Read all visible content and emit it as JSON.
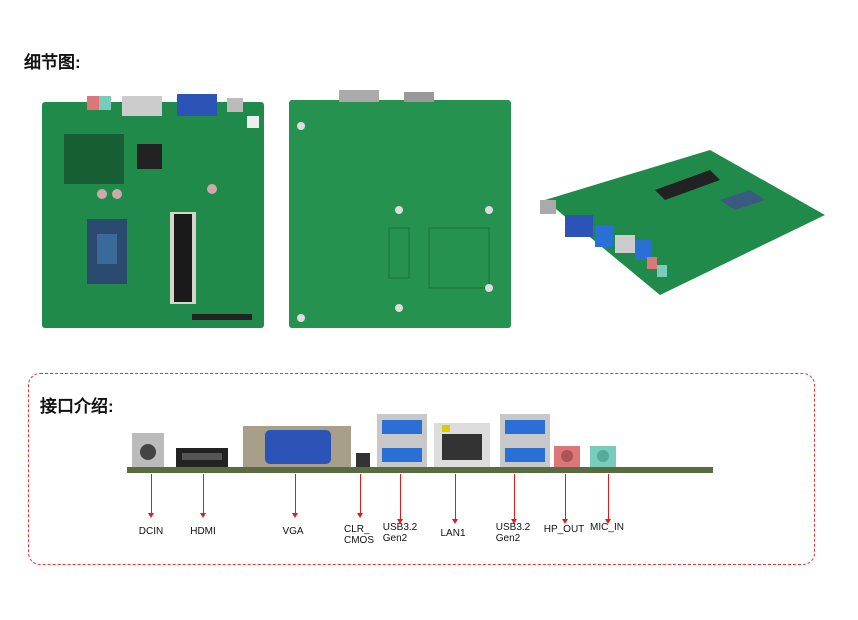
{
  "detail_title": "细节图:",
  "interface_title": "接口介绍:",
  "ports": [
    {
      "label": "DCIN"
    },
    {
      "label": "HDMI"
    },
    {
      "label": "VGA"
    },
    {
      "label": "CLR_\nCMOS",
      "line1": "CLR_",
      "line2": "CMOS"
    },
    {
      "line1": "USB3.2",
      "line2": "Gen2"
    },
    {
      "label": "LAN1"
    },
    {
      "line1": "USB3.2",
      "line2": "Gen2"
    },
    {
      "label": "HP_OUT"
    },
    {
      "label": "MIC_IN"
    }
  ],
  "colors": {
    "pcb": "#1f8a4a",
    "accent_red": "#e21b1b",
    "usb_blue": "#2a6fd6"
  }
}
